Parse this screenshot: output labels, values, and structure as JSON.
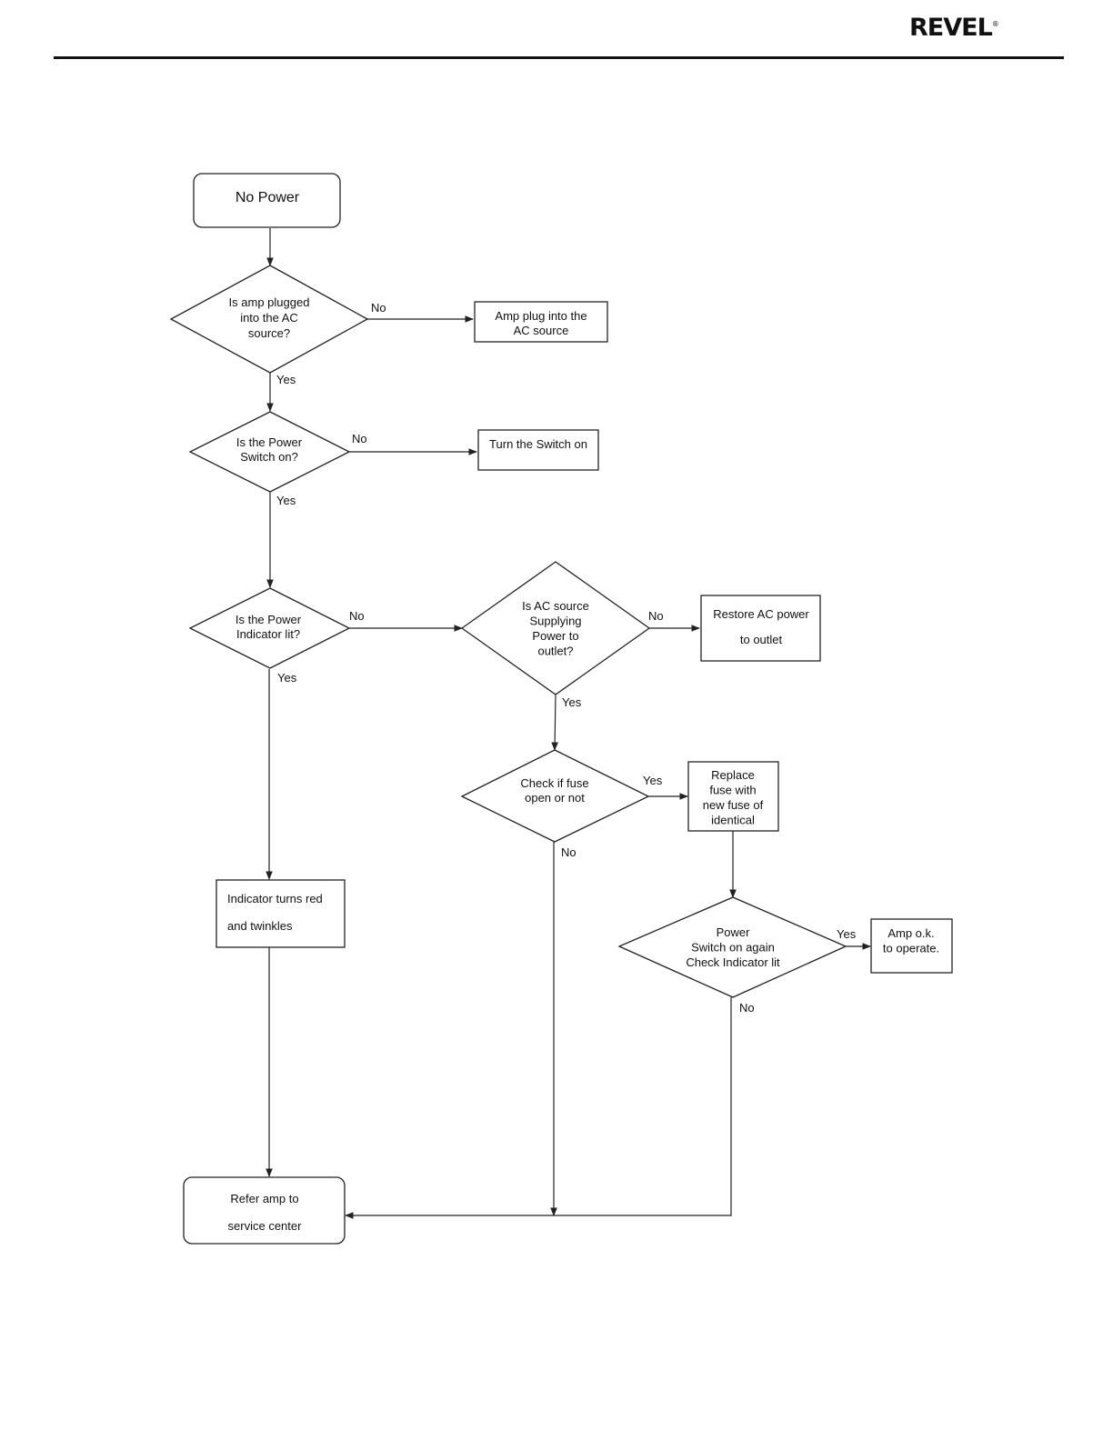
{
  "header": {
    "logo": "REVEL",
    "logo_mark": "®"
  },
  "nodes": {
    "start": {
      "lines": [
        "No Power"
      ]
    },
    "q_plugged": {
      "lines": [
        "Is amp plugged",
        "into the AC",
        "source?"
      ]
    },
    "a_plug": {
      "lines": [
        "Amp plug into the",
        "AC source"
      ]
    },
    "q_switch": {
      "lines": [
        "Is the Power",
        "Switch on?"
      ]
    },
    "a_switch": {
      "lines": [
        "Turn the Switch on"
      ]
    },
    "q_indicator": {
      "lines": [
        "Is the Power",
        "Indicator lit?"
      ]
    },
    "q_ac_source": {
      "lines": [
        "Is AC source",
        "Supplying",
        "Power to",
        "outlet?"
      ]
    },
    "a_restore": {
      "lines": [
        "Restore AC power",
        "to outlet"
      ]
    },
    "q_fuse": {
      "lines": [
        "Check if fuse",
        "open or not"
      ]
    },
    "a_replace_fuse": {
      "lines": [
        "Replace",
        "fuse with",
        "new fuse of",
        "identical"
      ]
    },
    "q_switch_again": {
      "lines": [
        "Power",
        "Switch on again",
        "Check Indicator lit"
      ]
    },
    "a_ok": {
      "lines": [
        "Amp o.k.",
        "to operate."
      ]
    },
    "a_red": {
      "lines": [
        "Indicator turns red",
        "and twinkles"
      ]
    },
    "end_service": {
      "lines": [
        "Refer amp to",
        "service center"
      ]
    }
  },
  "edges": {
    "plugged_no": "No",
    "plugged_yes": "Yes",
    "switch_no": "No",
    "switch_yes": "Yes",
    "indicator_no": "No",
    "indicator_yes": "Yes",
    "ac_no": "No",
    "ac_yes": "Yes",
    "fuse_yes": "Yes",
    "fuse_no": "No",
    "again_yes": "Yes",
    "again_no": "No"
  },
  "colors": {
    "line": "#222222",
    "background": "#ffffff",
    "text": "#111111"
  }
}
